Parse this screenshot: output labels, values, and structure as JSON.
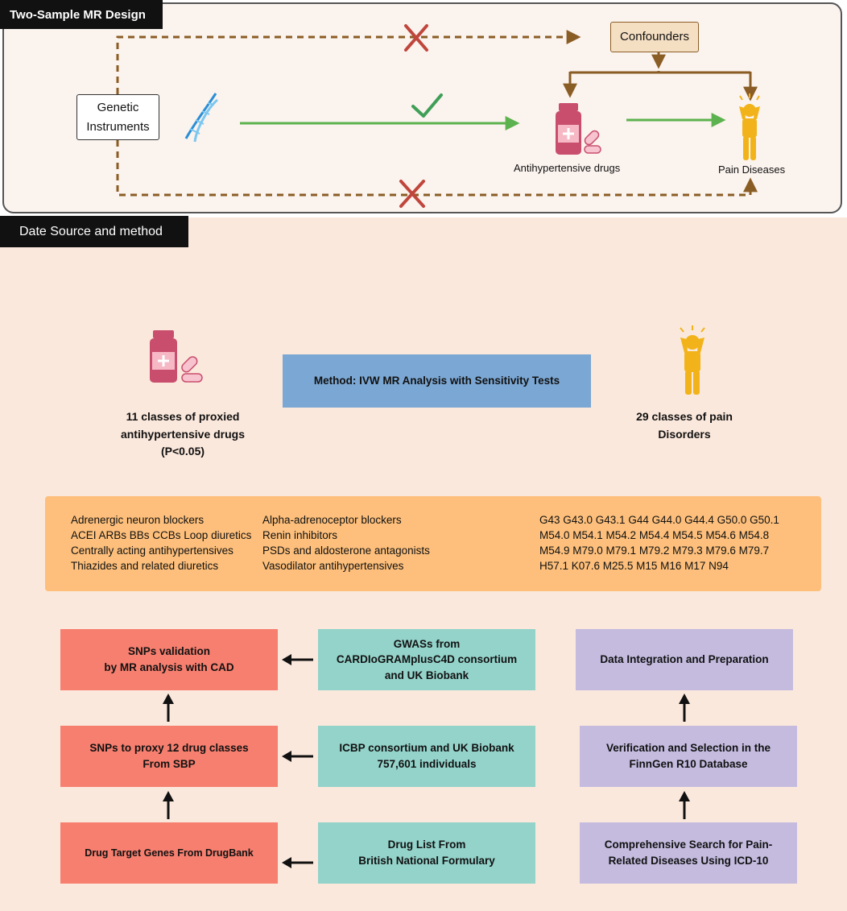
{
  "top_section": {
    "title": "Two-Sample MR Design",
    "genetic_line1": "Genetic",
    "genetic_line2": "Instruments",
    "confounders": "Confounders",
    "drug_label": "Antihypertensive drugs",
    "pain_label": "Pain  Diseases"
  },
  "bottom_section": {
    "title": "Date Source and method",
    "method": "Method: IVW MR Analysis with Sensitivity Tests",
    "drugs_caption": [
      "11 classes of  proxied",
      "antihypertensive drugs",
      "(P<0.05)"
    ],
    "pain_caption": [
      "29 classes of pain",
      "Disorders"
    ]
  },
  "codes": {
    "drug_col1": [
      "Adrenergic neuron blockers",
      "ACEI ARBs BBs CCBs Loop diuretics",
      "Centrally acting antihypertensives",
      "Thiazides and related diuretics"
    ],
    "drug_col2": [
      "Alpha-adrenoceptor blockers",
      "Renin inhibitors",
      "PSDs and aldosterone antagonists",
      "Vasodilator antihypertensives"
    ],
    "icd_lines": [
      "G43  G43.0  G43.1 G44 G44.0  G44.4  G50.0 G50.1",
      "M54.0  M54.1 M54.2  M54.4  M54.5 M54.6  M54.8",
      "M54.9  M79.0  M79.1  M79.2  M79.3 M79.6  M79.7",
      "H57.1  K07.6  M25.5  M15  M16  M17  N94"
    ]
  },
  "flow": {
    "red": [
      [
        "SNPs validation",
        "by MR analysis with CAD"
      ],
      [
        "SNPs to proxy 12  drug classes",
        "From SBP"
      ],
      [
        "Drug Target Genes From DrugBank"
      ]
    ],
    "teal": [
      [
        "GWASs from",
        "CARDIoGRAMplusC4D consortium",
        "and UK Biobank"
      ],
      [
        "ICBP consortium and UK Biobank",
        "757,601 individuals"
      ],
      [
        "Drug List From",
        "British National Formulary"
      ]
    ],
    "lavender": [
      [
        "Data Integration and Preparation"
      ],
      [
        "Verification and Selection in the",
        "FinnGen  R10 Database"
      ],
      [
        "Comprehensive Search for Pain-",
        "Related Diseases Using ICD-10"
      ]
    ]
  },
  "colors": {
    "causal_arrow": "#5cb24e",
    "confounder_path": "#8a5d25",
    "cross": "#c0463c",
    "check": "#3f9f57",
    "drug_bottle": "#c94e6e",
    "pain_person": "#f2b31a",
    "dna": "#2a8fd6",
    "method_box": "#7ba7d4",
    "codes_box": "#fdbf7b",
    "red_box": "#f77f6f",
    "teal_box": "#93d3ca",
    "lavender_box": "#c4bbdf"
  }
}
